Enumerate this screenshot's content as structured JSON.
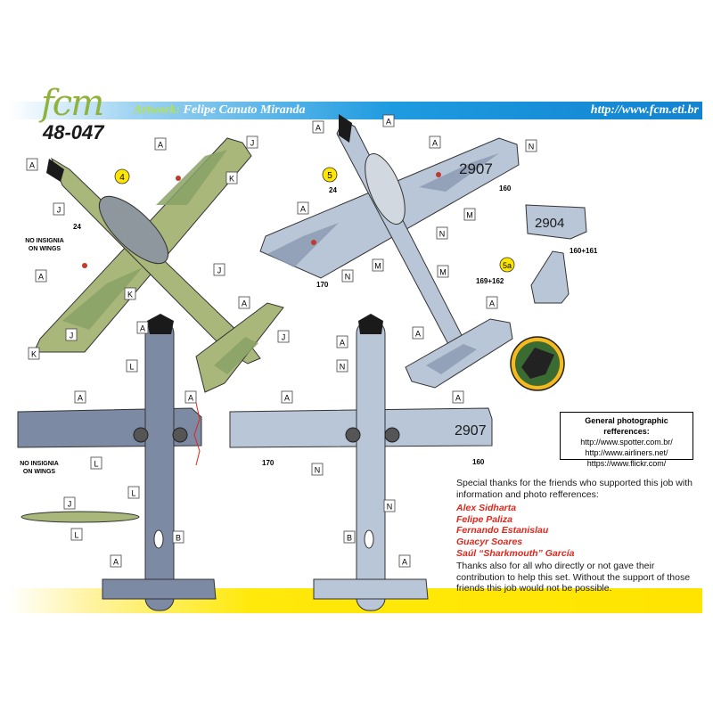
{
  "header": {
    "brand": "fcm",
    "product_code": "48-047",
    "artwork_label": "Artwork:",
    "artist": "Felipe Canuto Miranda",
    "url": "http://www.fcm.eti.br"
  },
  "colors": {
    "header_band": "#1e9be0",
    "footer_band": "#ffe400",
    "camo_olive": "#a9b77a",
    "camo_green": "#8aa266",
    "grey_light": "#b9c6d8",
    "grey_mid": "#8c9bb3",
    "grey_dark": "#4e5f7a",
    "credit_names": "#e0261b",
    "brand_green": "#8fb23a"
  },
  "callouts": {
    "A": "A",
    "B": "B",
    "J": "J",
    "K": "K",
    "L": "L",
    "M": "M",
    "N": "N"
  },
  "profiles": {
    "p4": {
      "number": "4",
      "wing_note_1": "NO INSIGNIA",
      "wing_note_2": "ON WINGS",
      "code_24": "24"
    },
    "p5": {
      "number": "5",
      "serial": "2907",
      "code_24": "24",
      "code_160": "160",
      "code_170": "170"
    },
    "p5a": {
      "number": "5a",
      "serial": "2904",
      "code_160_161": "160+161",
      "code_169_162": "169+162"
    },
    "p4_under": {
      "wing_note_1": "NO INSIGNIA",
      "wing_note_2": "ON WINGS"
    },
    "p5_under": {
      "serial": "2907",
      "code_170": "170",
      "code_160": "160"
    }
  },
  "photo_refs": {
    "title": "General photographic refferences:",
    "links": [
      "http://www.spotter.com.br/",
      "http://www.airliners.net/",
      "https://www.flickr.com/"
    ]
  },
  "thanks": {
    "intro": "Special thanks for the friends who supported this job with information and photo refferences:",
    "names": [
      "Alex Sidharta",
      "Felipe Paliza",
      "Fernando Estanislau",
      "Guacyr Soares",
      "Saúl “Sharkmouth” García"
    ],
    "closing": "Thanks also for all who directly or not gave their contribution to help this set.  Without the support of those friends this job would not be possible."
  }
}
